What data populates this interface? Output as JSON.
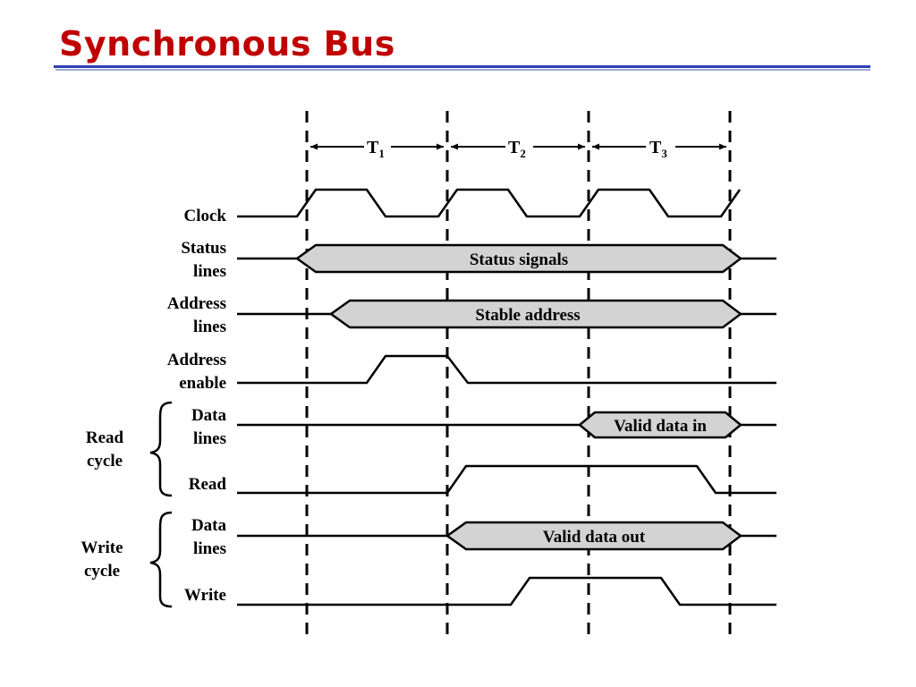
{
  "slide": {
    "title": "Synchronous Bus",
    "title_color": "#c00000",
    "rule_color": "#2d3fb3"
  },
  "periods": [
    {
      "label": "T",
      "subscript": "1"
    },
    {
      "label": "T",
      "subscript": "2"
    },
    {
      "label": "T",
      "subscript": "3"
    }
  ],
  "signals": {
    "clock": {
      "label": "Clock"
    },
    "status": {
      "label_1": "Status",
      "label_2": "lines",
      "bus_text": "Status signals"
    },
    "address": {
      "label_1": "Address",
      "label_2": "lines",
      "bus_text": "Stable address"
    },
    "address_enable": {
      "label_1": "Address",
      "label_2": "enable"
    },
    "read_data": {
      "label_1": "Data",
      "label_2": "lines",
      "bus_text": "Valid data in"
    },
    "read": {
      "label": "Read"
    },
    "write_data": {
      "label_1": "Data",
      "label_2": "lines",
      "bus_text": "Valid data out"
    },
    "write": {
      "label": "Write"
    }
  },
  "groups": {
    "read_cycle": {
      "label_1": "Read",
      "label_2": "cycle"
    },
    "write_cycle": {
      "label_1": "Write",
      "label_2": "cycle"
    }
  },
  "colors": {
    "bus_fill": "#d3d3d3",
    "ink": "#000000"
  }
}
